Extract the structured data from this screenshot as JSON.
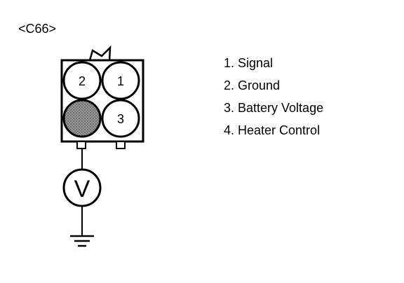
{
  "connector": {
    "label": "<C66>"
  },
  "pins": [
    {
      "number": "1",
      "name": "Signal"
    },
    {
      "number": "2",
      "name": "Ground"
    },
    {
      "number": "3",
      "name": "Battery Voltage"
    },
    {
      "number": "4",
      "name": "Heater Control"
    }
  ],
  "legend": [
    "1. Signal",
    "2. Ground",
    "3. Battery Voltage",
    "4. Heater Control"
  ],
  "meter": {
    "symbol": "V"
  },
  "probed_pin": "4"
}
